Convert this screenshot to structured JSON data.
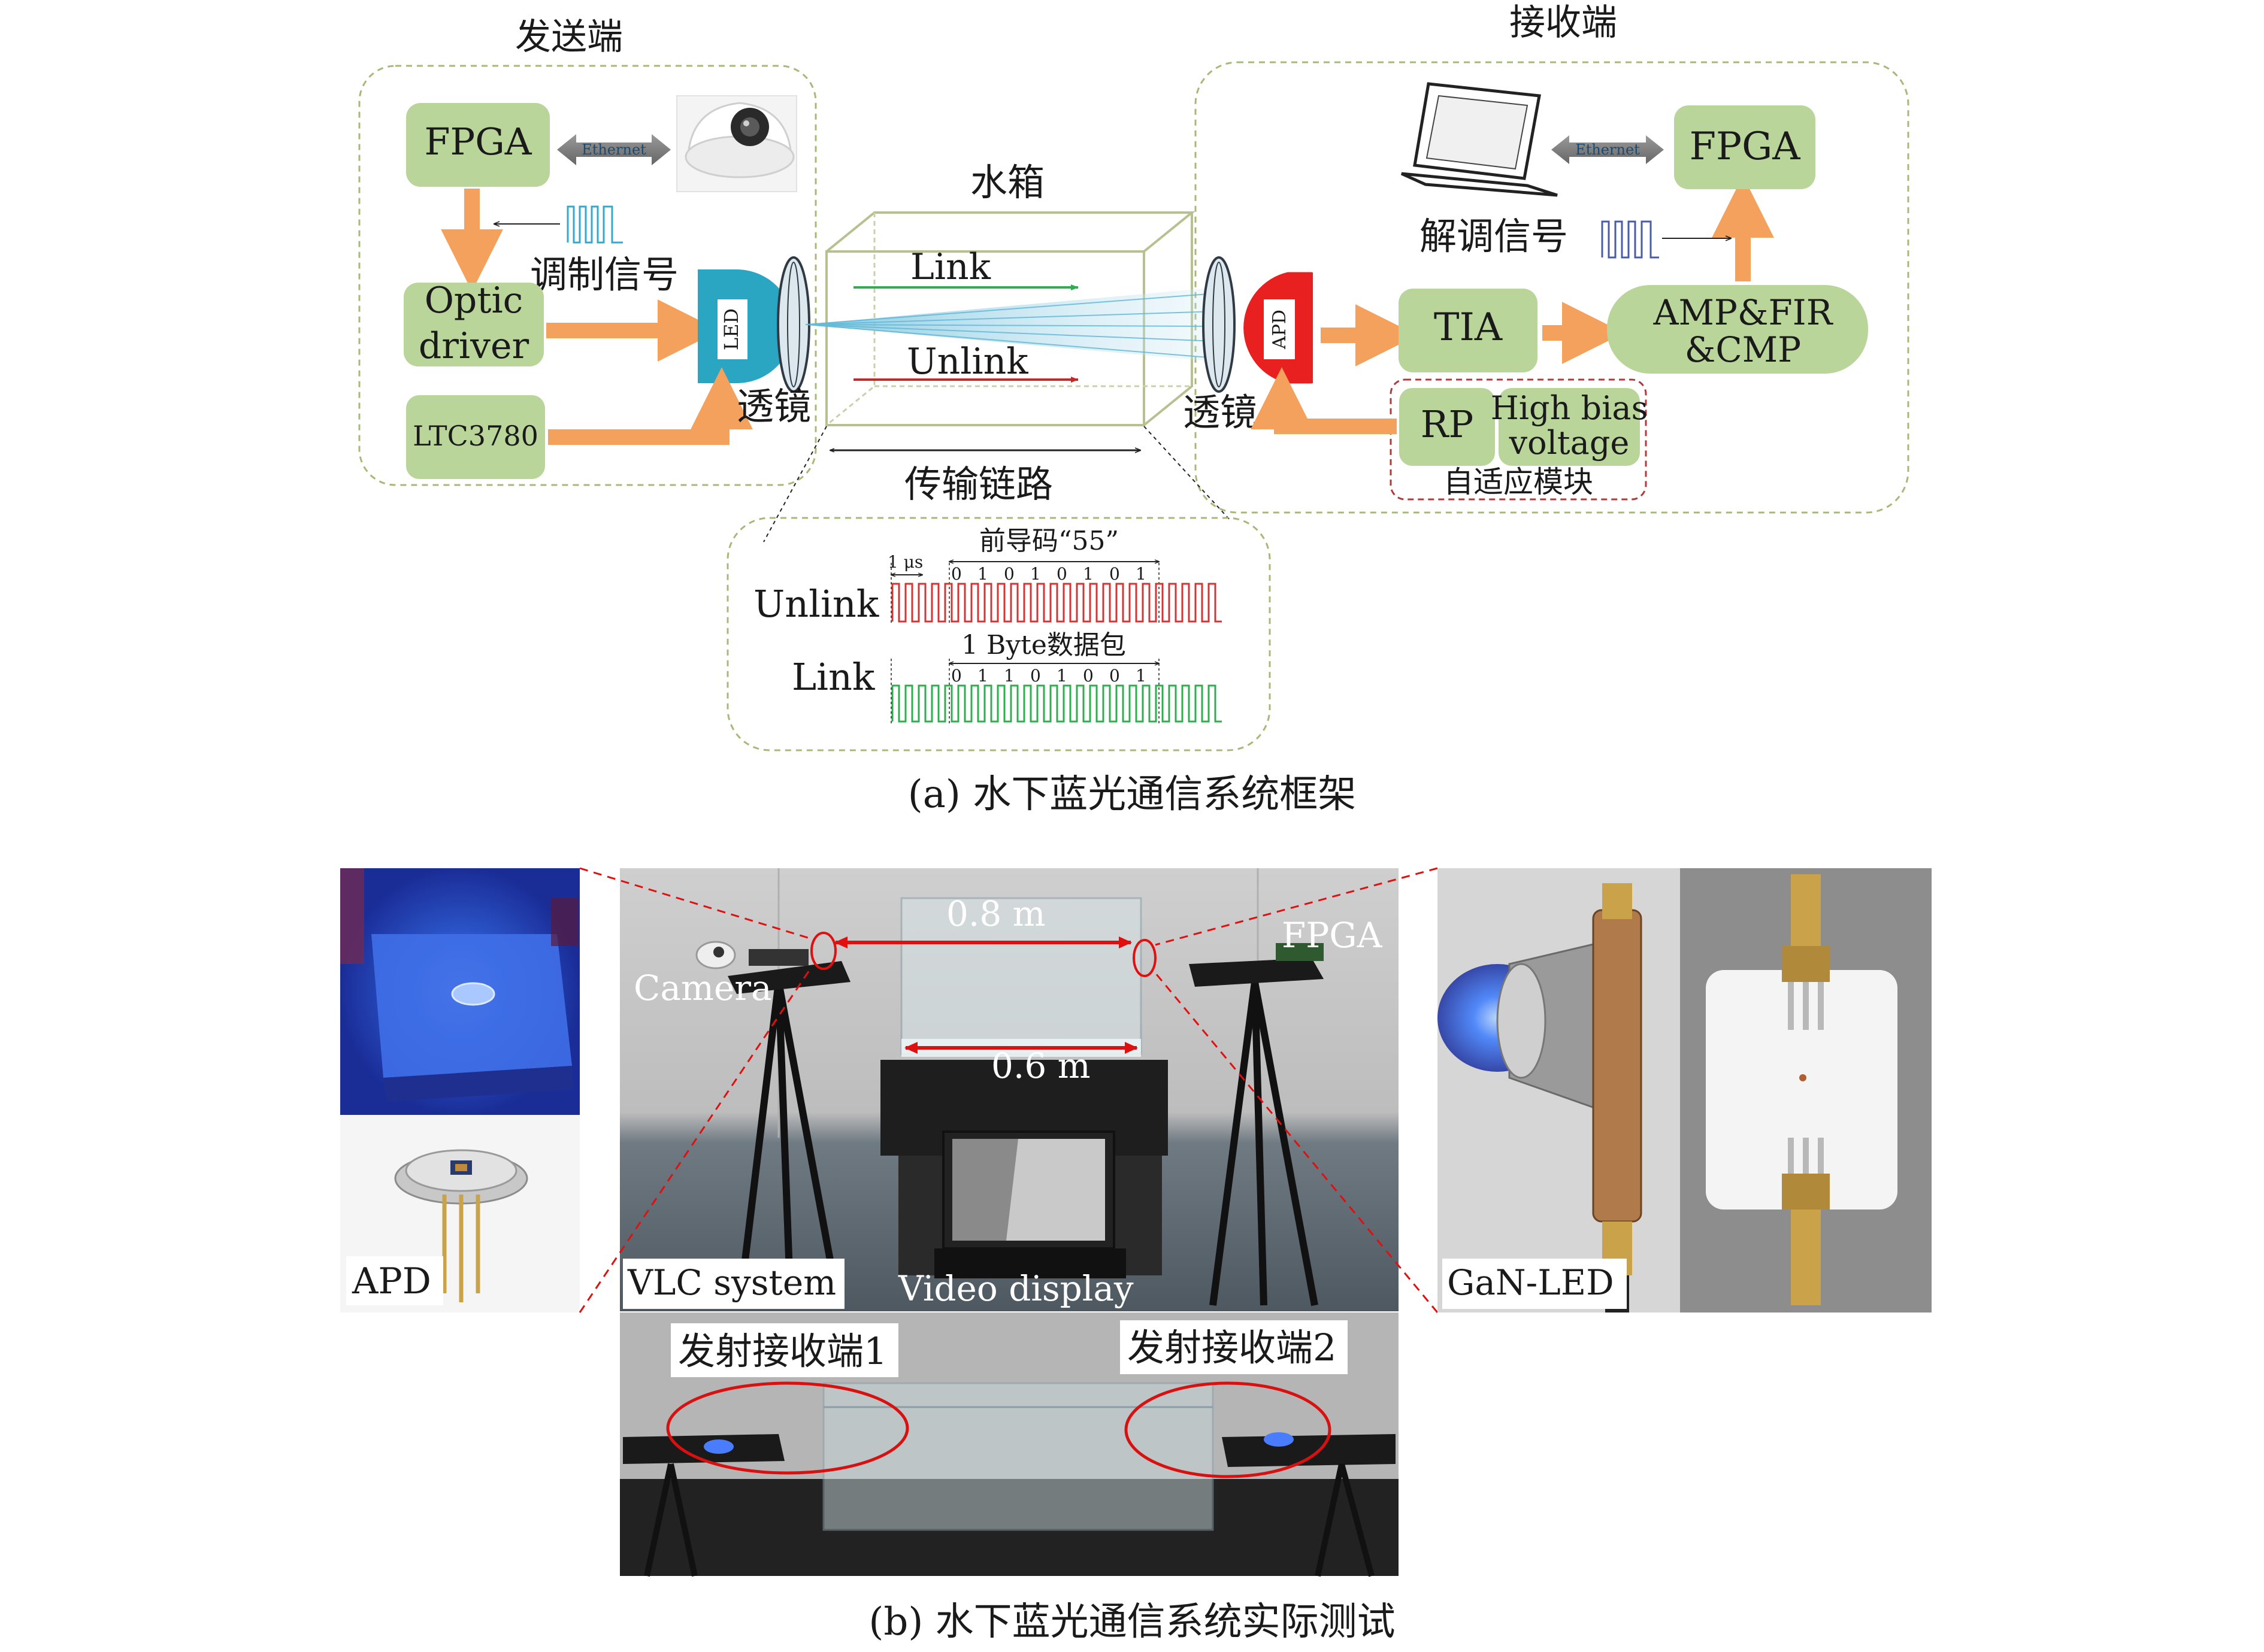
{
  "diagram_a": {
    "tx_title": "发送端",
    "rx_title": "接收端",
    "tx_fpga": "FPGA",
    "tx_ethernet": "Ethernet",
    "optic_driver_1": "Optic",
    "optic_driver_2": "driver",
    "mod_signal": "调制信号",
    "led": "LED",
    "ltc": "LTC3780",
    "lens_tx": "透镜",
    "water_tank": "水箱",
    "link": "Link",
    "unlink": "Unlink",
    "channel": "传输链路",
    "lens_rx": "透镜",
    "apd": "APD",
    "tia": "TIA",
    "amp_1": "AMP&FIR",
    "amp_2": "&CMP",
    "rp": "RP",
    "hbv_1": "High bias",
    "hbv_2": "voltage",
    "adaptive": "自适应模块",
    "rx_fpga": "FPGA",
    "rx_ethernet": "Ethernet",
    "demod_signal": "解调信号",
    "preamble": "前导码“55”",
    "one_us": "1 μs",
    "unlink_bits": [
      "0",
      "1",
      "0",
      "1",
      "0",
      "1",
      "0",
      "1"
    ],
    "unlink_label": "Unlink",
    "byte_label": "1 Byte数据包",
    "link_bits": [
      "0",
      "1",
      "1",
      "0",
      "1",
      "0",
      "0",
      "1"
    ],
    "link_label": "Link",
    "caption": "(a) 水下蓝光通信系统框架",
    "colors": {
      "box_green": "#b9d59a",
      "arrow_orange": "#f4a15d",
      "led_blue": "#2aa6c2",
      "apd_red": "#e8201f",
      "dash_green": "#a8b878",
      "dash_red": "#b03a3a",
      "unlink_red": "#d23535",
      "link_green": "#2fae4f"
    }
  },
  "photo_b": {
    "apd_label": "APD",
    "vlc_label": "VLC system",
    "video_label": "Video display",
    "camera_label": "Camera",
    "fpga_label": "FPGA",
    "top_dist": "0.8 m",
    "bottom_dist": "0.6 m",
    "gan_label": "GaN-LED",
    "trx1": "发射接收端1",
    "trx2": "发射接收端2",
    "caption": "(b) 水下蓝光通信系统实际测试"
  }
}
